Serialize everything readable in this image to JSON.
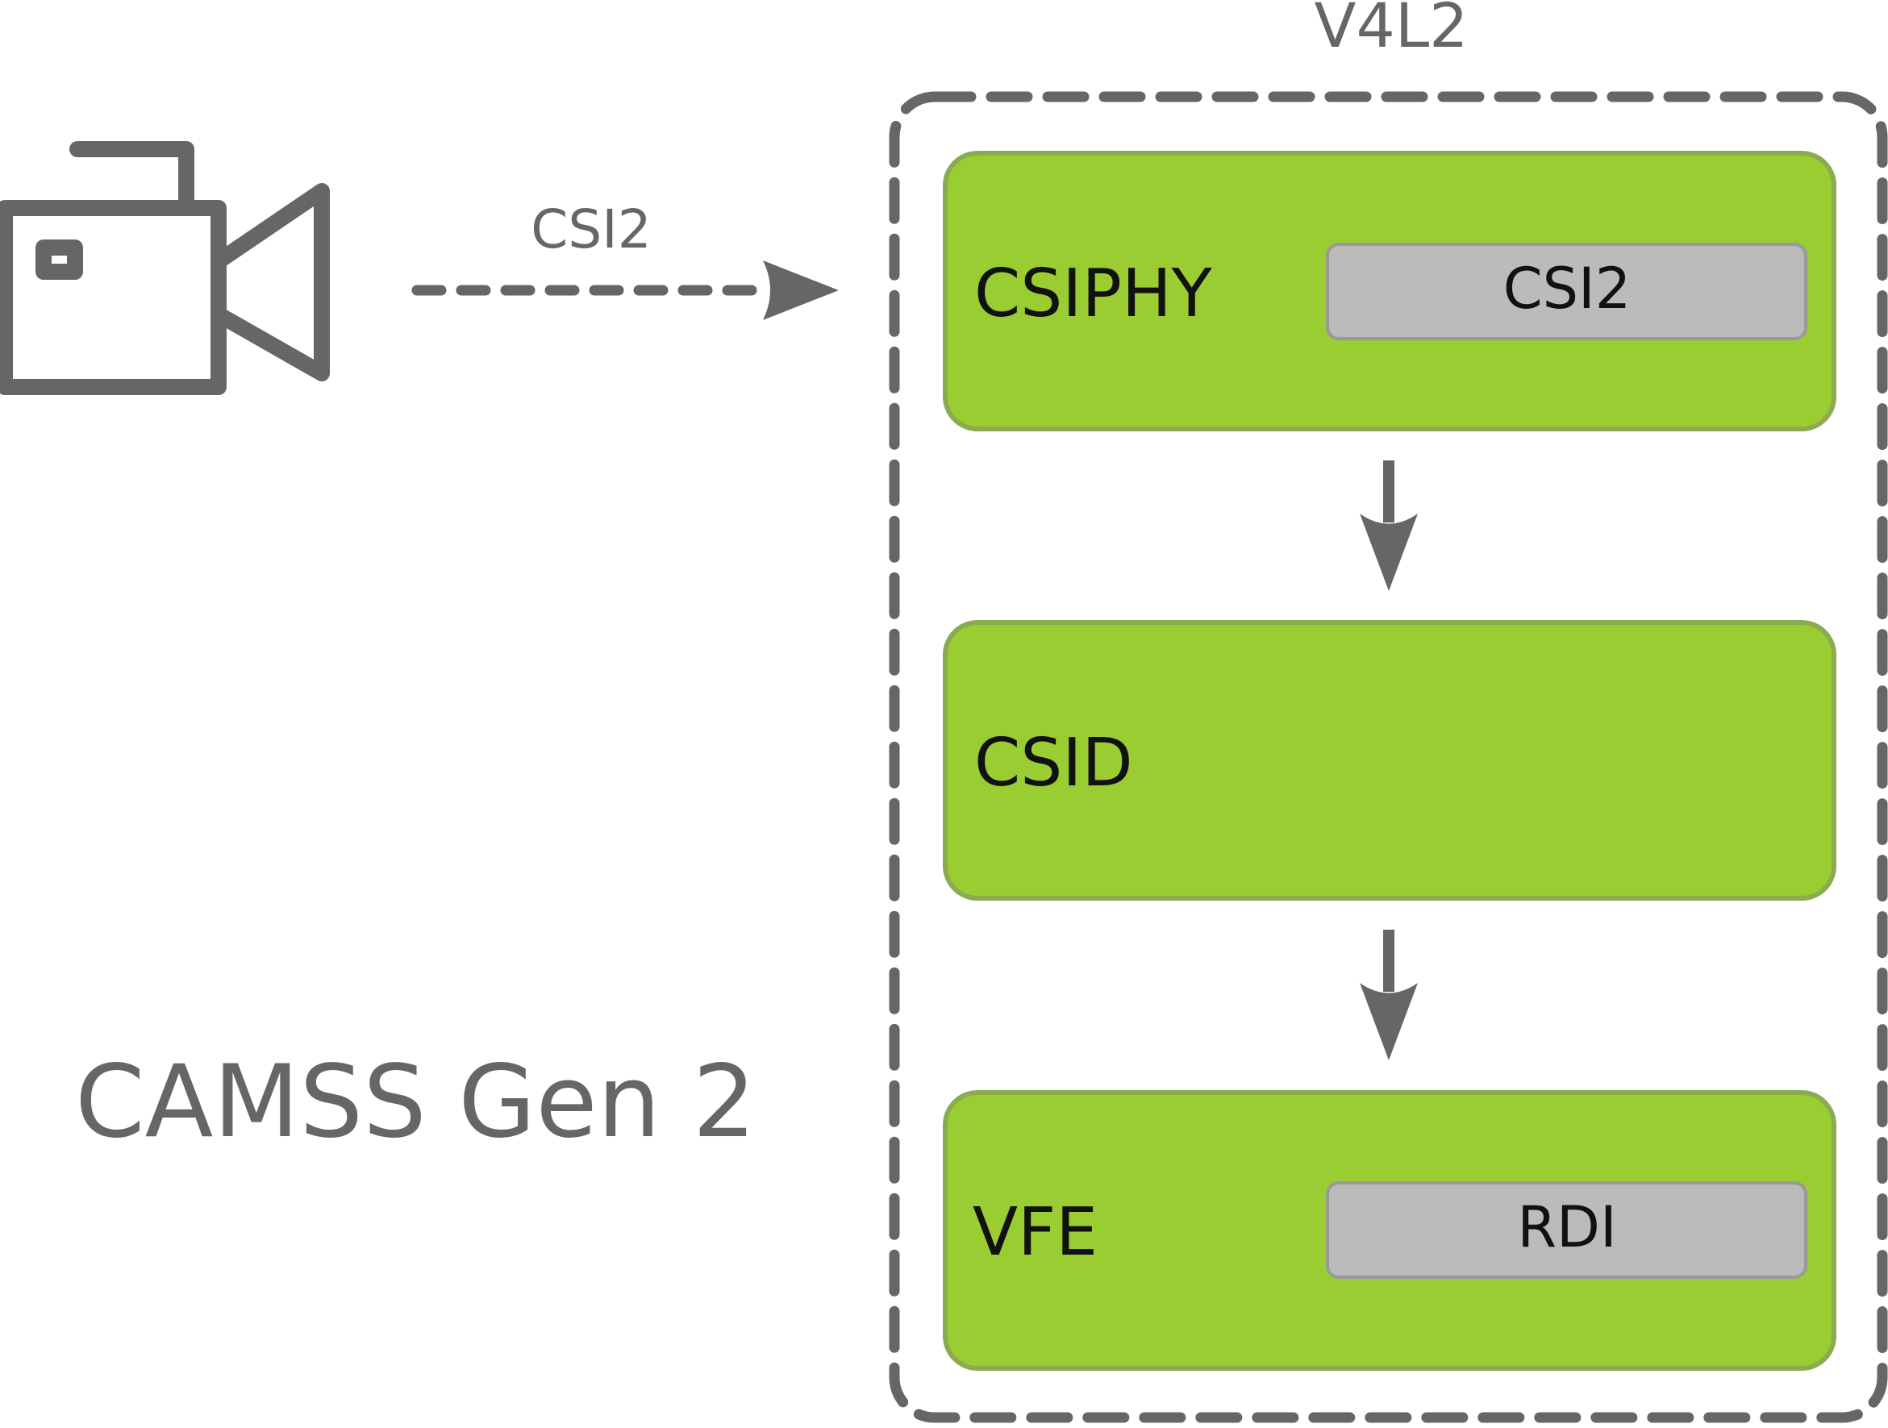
{
  "diagram": {
    "title": "CAMSS Gen 2",
    "container_label": "V4L2",
    "link_label": "CSI2",
    "blocks": [
      {
        "label": "CSIPHY",
        "sub_label": "CSI2"
      },
      {
        "label": "CSID",
        "sub_label": ""
      },
      {
        "label": "VFE",
        "sub_label": "RDI"
      }
    ],
    "icons": {
      "source": "video-camera-icon"
    },
    "colors": {
      "block_fill": "#9acd32",
      "block_border": "#8aab4f",
      "sub_fill": "#bbbbbb",
      "sub_border": "#999999",
      "line": "#666666",
      "text_dark": "#111111",
      "text_gray": "#666666"
    }
  }
}
